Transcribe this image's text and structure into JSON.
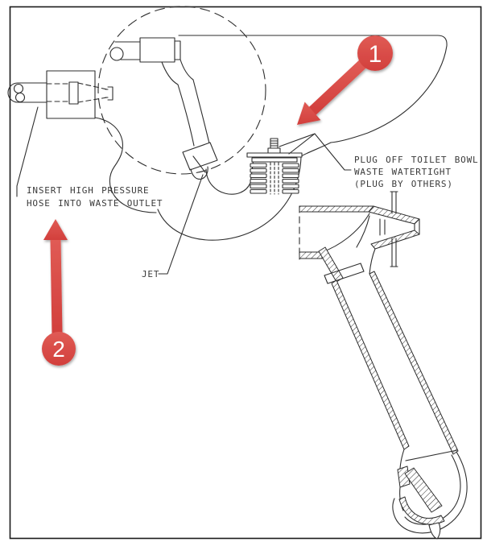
{
  "annotations": {
    "insert_hose": {
      "lines": [
        "INSERT HIGH PRESSURE",
        "HOSE INTO WASTE OUTLET"
      ]
    },
    "jet": {
      "label": "JET"
    },
    "plug": {
      "lines": [
        "PLUG OFF TOILET BOWL",
        "WASTE WATERTIGHT",
        "(PLUG BY OTHERS)"
      ]
    }
  },
  "steps": [
    {
      "number": "1"
    },
    {
      "number": "2"
    }
  ],
  "colors": {
    "marker_red": "#d94a47",
    "line_black": "#2e2e2e",
    "paper": "#ffffff"
  }
}
